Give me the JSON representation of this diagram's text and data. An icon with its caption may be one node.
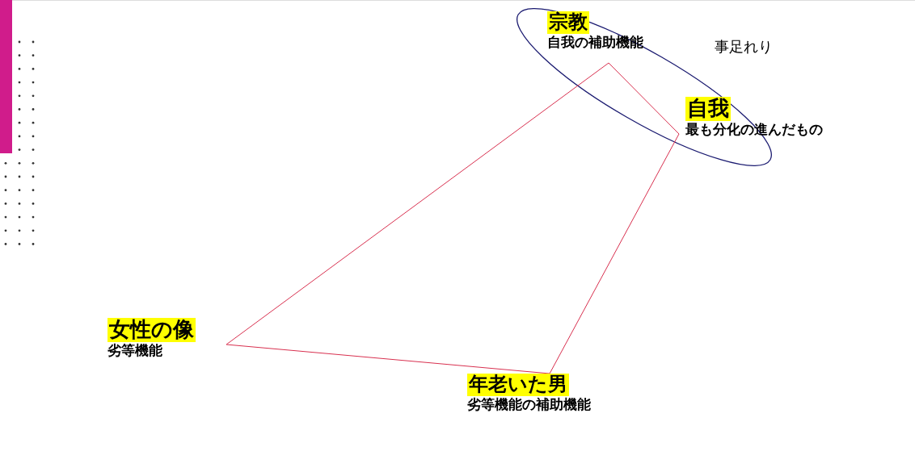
{
  "diagram": {
    "nodes": [
      {
        "text": [
          "宗教",
          "自我の補助機能"
        ]
      },
      {
        "text": [
          "自我",
          "最も分化の進んだもの"
        ]
      },
      {
        "text": [
          "女性の像",
          "劣等機能"
        ]
      },
      {
        "text": [
          "年老いた男",
          "劣等機能の補助機能"
        ]
      }
    ],
    "edges": [
      {
        "from": 0,
        "to": 1,
        "arrow": "none"
      },
      {
        "from": 1,
        "to": 3,
        "arrow": "none"
      },
      {
        "from": 3,
        "to": 2,
        "arrow": "none"
      },
      {
        "from": 2,
        "to": 0,
        "arrow": "none"
      }
    ],
    "labels": [
      "事足れり"
    ]
  }
}
